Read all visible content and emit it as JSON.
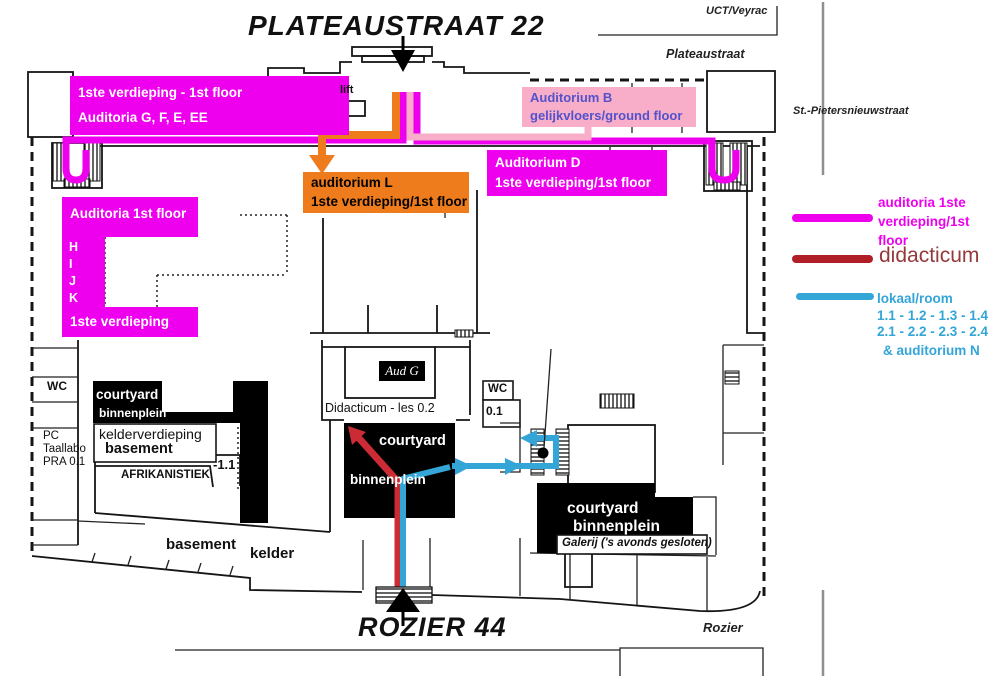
{
  "titles": {
    "top": "PLATEAUSTRAAT 22",
    "bottom": "ROZIER 44"
  },
  "streets": {
    "uct": "UCT/Veyrac",
    "plateaustraat": "Plateaustraat",
    "pietersnieuwstraat": "St.-Pietersnieuwstraat",
    "rozier": "Rozier"
  },
  "boxes": {
    "gfeee": {
      "line1": "1ste verdieping - 1st floor",
      "line2": "Auditoria G, F, E, EE"
    },
    "b": {
      "line1": "Auditorium B",
      "line2": "gelijkvloers/ground floor"
    },
    "l": {
      "line1": "auditorium L",
      "line2": "1ste verdieping/1st floor"
    },
    "d": {
      "line1": "Auditorium D",
      "line2": "1ste verdieping/1st floor"
    },
    "hijk": {
      "title": "Auditoria 1st floor",
      "letters": [
        "H",
        "I",
        "J",
        "K"
      ],
      "footer": "1ste verdieping"
    }
  },
  "labels": {
    "lift": "lift",
    "aud_g": "Aud G",
    "didacticum_room": "Didacticum - les 0.2",
    "wc_left": "WC",
    "wc_mid": "WC",
    "room_01": "0.1",
    "room_m11": "-1.1",
    "pc1": "PC",
    "pc2": "Taallabo",
    "pc3": "PRA 0.1",
    "afrikanistiek": "AFRIKANISTIEK",
    "cy_left1": "courtyard",
    "cy_left2": "binnenplein",
    "kelderverdieping": "kelderverdieping",
    "basement_box": "basement",
    "cy_mid1": "courtyard",
    "cy_mid2": "binnenplein",
    "cy_right1": "courtyard",
    "cy_right2": "binnenplein",
    "galerij": "Galerij ('s avonds gesloten)",
    "basement": "basement",
    "kelder": "kelder"
  },
  "legend": {
    "auditoria": {
      "line1": "auditoria 1ste",
      "line2": "verdieping/1st",
      "line3": "floor"
    },
    "didacticum": "didacticum",
    "lokaal": {
      "line1": "lokaal/room",
      "line2": "1.1 - 1.2 - 1.3 - 1.4",
      "line3": "2.1 - 2.2 - 2.3 - 2.4",
      "line4": "& auditorium N"
    }
  },
  "colors": {
    "magenta": "#ee00ee",
    "pink_bg": "#f8aec8",
    "pink_text": "#5452cb",
    "orange": "#ee7c1c",
    "red_route": "#cb2b35",
    "legend_red": "#b01f26",
    "didacticum_text": "#96393b",
    "blue": "#33a5d7"
  }
}
